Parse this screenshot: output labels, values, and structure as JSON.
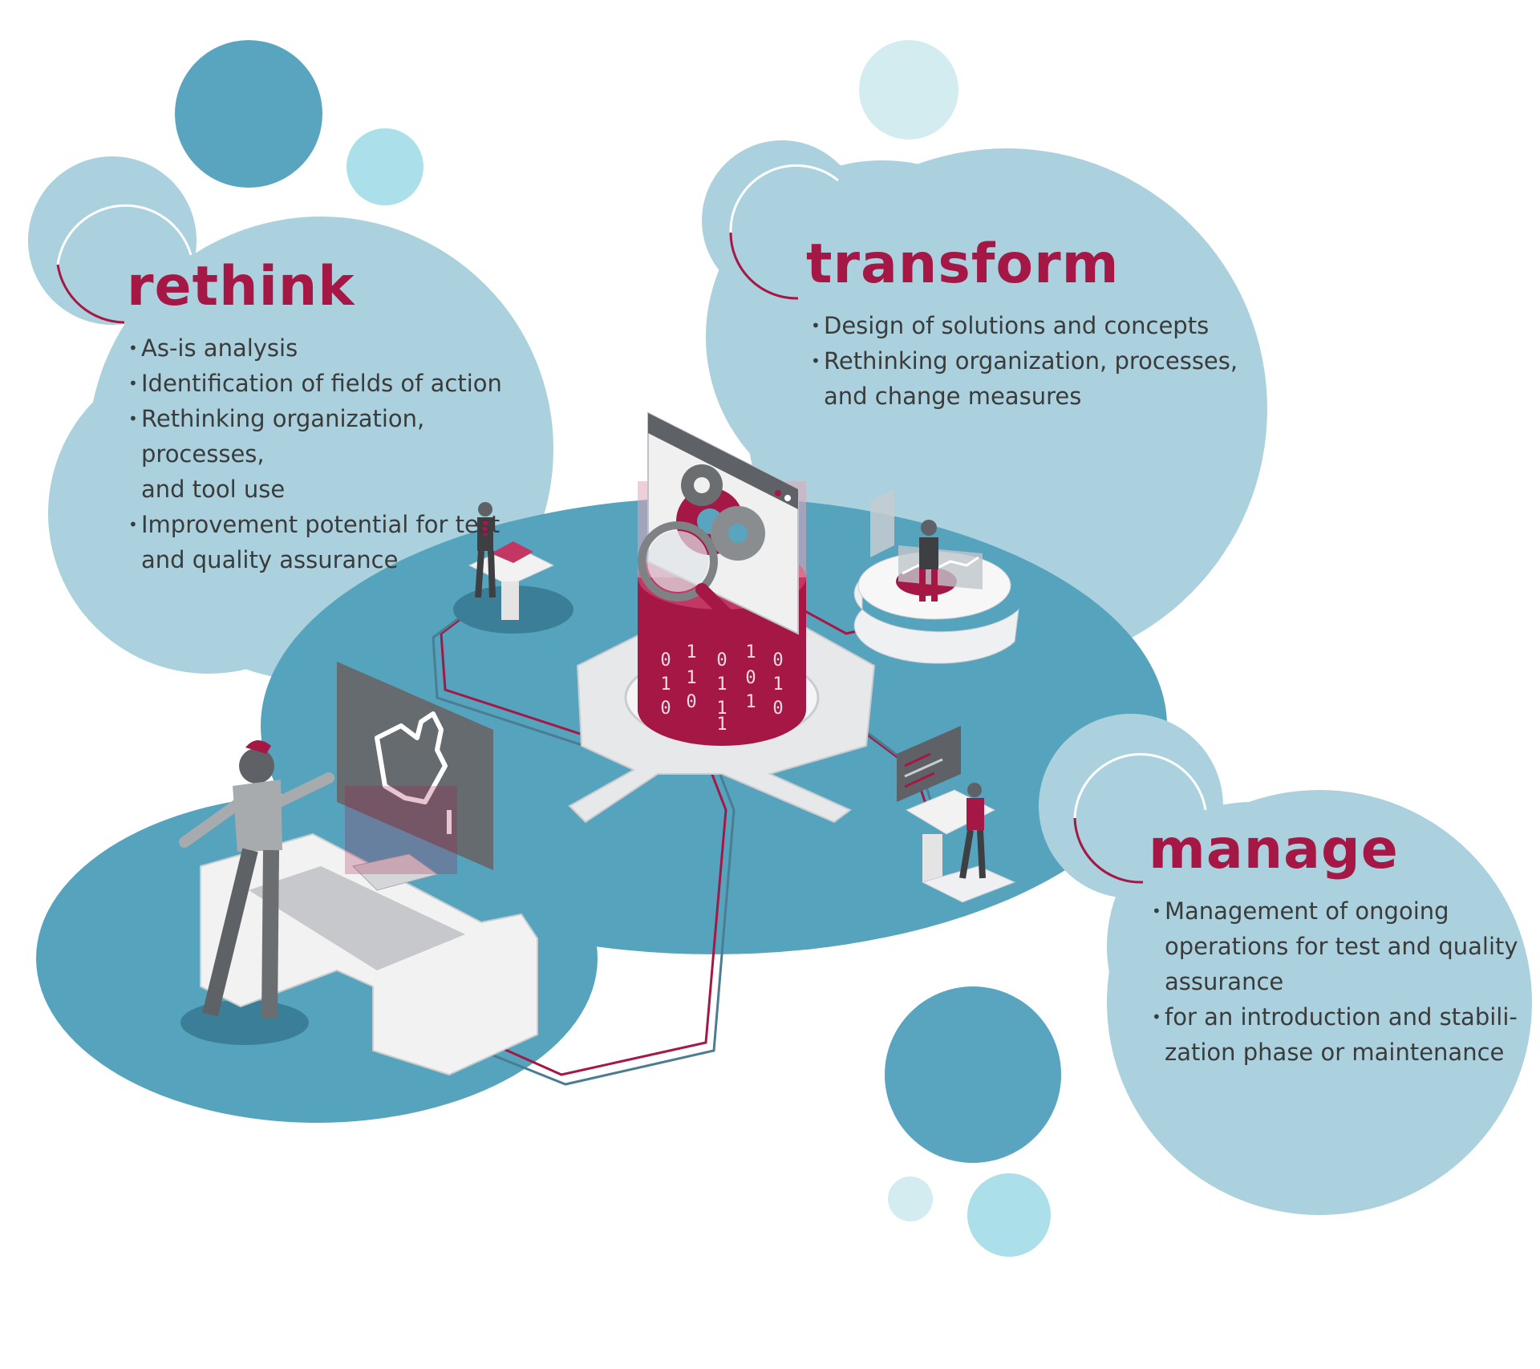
{
  "colors": {
    "accent": "#a51846",
    "bubble_light": "#aad1dd",
    "bubble_mid": "#59a5bf",
    "bubble_pale": "#d3ecf0",
    "bubble_cyan": "#abdfe9",
    "platform": "#55a3bd",
    "text": "#3b3b3b"
  },
  "sections": [
    {
      "title": "rethink",
      "bullets": [
        "As-is analysis",
        "Identification of fields of action",
        "Rethinking organization, processes,\nand tool use",
        "Improvement potential for test\nand quality assurance"
      ]
    },
    {
      "title": "transform",
      "bullets": [
        "Design of solutions and concepts",
        "Rethinking organization, processes,\nand change measures"
      ]
    },
    {
      "title": "manage",
      "bullets": [
        "Management of ongoing\noperations for test and quality\nassurance",
        "for an introduction and stabili-\nzation phase or maintenance"
      ]
    }
  ],
  "illustration": {
    "icons": [
      "gears-icon",
      "magnifier-icon",
      "thumbs-up-icon",
      "binary-cylinder-icon",
      "chart-screen-icon",
      "code-screen-icon",
      "laptop-icon"
    ],
    "binary_digits": "0 1 1 0 1 0 1 1 0"
  }
}
